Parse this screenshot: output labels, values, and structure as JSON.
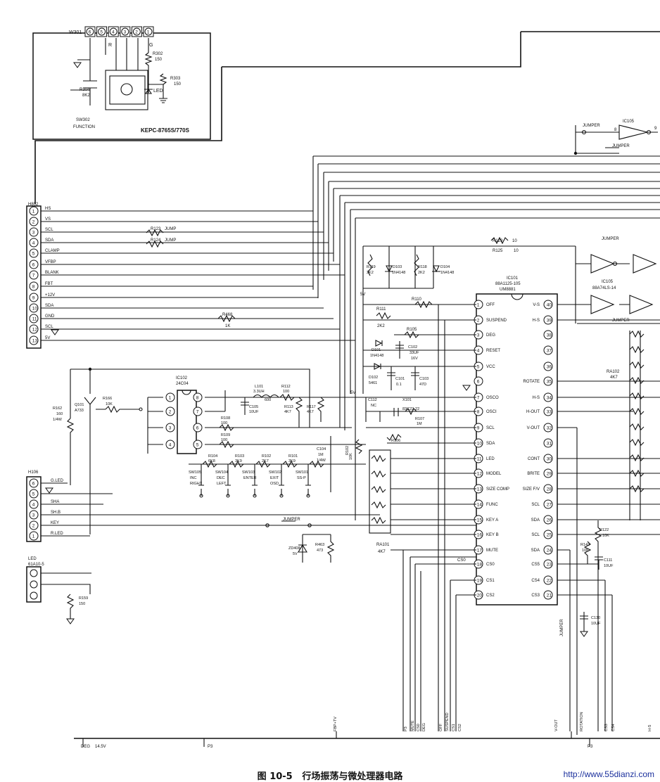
{
  "caption": {
    "figure_no": "图 10-5",
    "title": "行场振荡与微处理器电路"
  },
  "watermark": "http://www.55dianzi.com",
  "w301": {
    "name": "W301",
    "pins": [
      "6",
      "5",
      "4",
      "3",
      "2",
      "1"
    ],
    "label_r": "R",
    "label_g": "G",
    "r302": {
      "ref": "R302",
      "val": "150"
    },
    "r303": {
      "ref": "R303",
      "val": "150"
    },
    "r304": {
      "ref": "R304",
      "val": "8K2"
    },
    "led": "LED",
    "sw": {
      "ref": "SW302",
      "label": "FUNCTION"
    },
    "model": "KEPC-8765S/770S"
  },
  "h802": {
    "name": "H802",
    "pins": [
      "1",
      "2",
      "3",
      "4",
      "5",
      "6",
      "7",
      "8",
      "9",
      "10",
      "11",
      "12",
      "13"
    ],
    "labels": [
      "HS",
      "VS",
      "SCL",
      "SDA",
      "CLAMP",
      "VFBP",
      "BLANK",
      "FBT",
      "+12V",
      "SDA",
      "GND",
      "SCL",
      "5V"
    ]
  },
  "r123": {
    "ref": "R123",
    "val": "JUMP"
  },
  "r124": {
    "ref": "R124",
    "val": "JUMP"
  },
  "r468": {
    "ref": "R468",
    "val": "1K"
  },
  "ic101": {
    "ref": "IC101",
    "part": "88A1125-105",
    "part2": "UM8881",
    "left_pins": [
      {
        "n": "1",
        "l": "OFF"
      },
      {
        "n": "2",
        "l": "SUSPEND"
      },
      {
        "n": "3",
        "l": "DEG"
      },
      {
        "n": "4",
        "l": "RESET"
      },
      {
        "n": "5",
        "l": "VCC"
      },
      {
        "n": "6",
        "l": ""
      },
      {
        "n": "7",
        "l": "OSCO"
      },
      {
        "n": "8",
        "l": "OSCI"
      },
      {
        "n": "9",
        "l": "SCL"
      },
      {
        "n": "10",
        "l": "SDA"
      },
      {
        "n": "11",
        "l": "LED"
      },
      {
        "n": "12",
        "l": "MODEL"
      },
      {
        "n": "13",
        "l": "SIZE COMP"
      },
      {
        "n": "14",
        "l": "FUNC"
      },
      {
        "n": "15",
        "l": "KEY A"
      },
      {
        "n": "16",
        "l": "KEY B"
      },
      {
        "n": "17",
        "l": "MUTE"
      },
      {
        "n": "18",
        "l": "CS0"
      },
      {
        "n": "19",
        "l": "CS1"
      },
      {
        "n": "20",
        "l": "CS2"
      }
    ],
    "right_pins": [
      {
        "n": "40",
        "l": "V-S"
      },
      {
        "n": "39",
        "l": "H-S"
      },
      {
        "n": "38",
        "l": ""
      },
      {
        "n": "37",
        "l": ""
      },
      {
        "n": "36",
        "l": ""
      },
      {
        "n": "35",
        "l": "ROTATE"
      },
      {
        "n": "34",
        "l": "H-S"
      },
      {
        "n": "33",
        "l": "H-OUT"
      },
      {
        "n": "32",
        "l": "V-OUT"
      },
      {
        "n": "31",
        "l": ""
      },
      {
        "n": "30",
        "l": "CONT"
      },
      {
        "n": "29",
        "l": "BRITE"
      },
      {
        "n": "28",
        "l": "SIZE F/V"
      },
      {
        "n": "27",
        "l": "SCL"
      },
      {
        "n": "26",
        "l": "SDA"
      },
      {
        "n": "25",
        "l": "SCL"
      },
      {
        "n": "24",
        "l": "SDA"
      },
      {
        "n": "23",
        "l": "CS5"
      },
      {
        "n": "22",
        "l": "CS4"
      },
      {
        "n": "21",
        "l": "CS3"
      }
    ]
  },
  "ic102": {
    "ref": "IC102",
    "part": "24C04",
    "left": [
      "1",
      "2",
      "3",
      "4"
    ],
    "right": [
      "8",
      "7",
      "6",
      "5"
    ]
  },
  "ic105": {
    "ref": "IC105",
    "part": "88A74LS-14"
  },
  "ic105_top": {
    "ref": "IC105",
    "pin_in": "8",
    "pin_out": "9"
  },
  "parts": {
    "r119": {
      "ref": "R119",
      "val": "2K2"
    },
    "d103": {
      "ref": "D103",
      "val": "1N4148"
    },
    "r118": {
      "ref": "R118",
      "val": "2K2"
    },
    "d104": {
      "ref": "D104",
      "val": "1N4148"
    },
    "r129": {
      "ref": "R129",
      "val": "10"
    },
    "r125": {
      "ref": "R125",
      "val": "10"
    },
    "r110": {
      "ref": "R110"
    },
    "r111": {
      "ref": "R111",
      "val": "2K2"
    },
    "r105": {
      "ref": "R105"
    },
    "d101": {
      "ref": "D101",
      "val": "1N4148"
    },
    "c102": {
      "ref": "C102",
      "val": "33UF",
      "v": "16V"
    },
    "d102": {
      "ref": "D102",
      "val": "5461"
    },
    "c101": {
      "ref": "C101",
      "val": "0.1"
    },
    "c103": {
      "ref": "C103",
      "val": "47D"
    },
    "l101": {
      "ref": "L101",
      "val": "3.3UH",
      "val2": "600"
    },
    "r112": {
      "ref": "R112",
      "val": "100"
    },
    "c105": {
      "ref": "C105",
      "val": "10UF"
    },
    "r113": {
      "ref": "R113",
      "val": "4K7"
    },
    "r117": {
      "ref": "R117",
      "val": "4K7"
    },
    "c112": {
      "ref": "C112",
      "val": "NC"
    },
    "x101": {
      "ref": "X101",
      "val": "83C22-22"
    },
    "r107": {
      "ref": "R107",
      "val": "1M"
    },
    "r108": {
      "ref": "R108",
      "val": "100"
    },
    "r109": {
      "ref": "R109",
      "val": "100"
    },
    "r106": {
      "ref": "R106"
    },
    "c104": {
      "ref": "C104",
      "val": "1M",
      "v": "1/4W"
    },
    "r102": {
      "ref": "R102",
      "val": "10K"
    },
    "ra101": {
      "ref": "RA101",
      "val": "4K7"
    },
    "ra102": {
      "ref": "RA102",
      "val": "4K7"
    },
    "r162": {
      "ref": "R162",
      "val": "160",
      "v": "1/4W"
    },
    "q101": {
      "ref": "Q101",
      "val": "A733"
    },
    "r166": {
      "ref": "R166",
      "val": "10K"
    },
    "r159": {
      "ref": "R159",
      "val": "150"
    },
    "zd408": {
      "ref": "ZD408",
      "val": "5V"
    },
    "r463": {
      "ref": "R463",
      "val": "473"
    },
    "r122": {
      "ref": "R122",
      "val": "10K"
    },
    "r143": {
      "ref": "R143",
      "val": "10K"
    },
    "c111": {
      "ref": "C111",
      "val": "10UF"
    },
    "c130": {
      "ref": "C130",
      "val": "10UF"
    }
  },
  "switches": [
    {
      "r": "R104",
      "rv": "6K8",
      "sw": "SW105",
      "l1": "INC",
      "l2": "RIGHT"
    },
    {
      "r": "R103",
      "rv": "3K9",
      "sw": "SW104",
      "l1": "DEC",
      "l2": "LEFT"
    },
    {
      "r": "R102",
      "rv": "2K7",
      "sw": "SW103",
      "l1": "ENTER",
      "l2": ""
    },
    {
      "r": "R101",
      "rv": "3K9",
      "sw": "SW102",
      "l1": "EXIT",
      "l2": "OSD"
    },
    {
      "r": "",
      "rv": "",
      "sw": "SW101",
      "l1": "SS-P",
      "l2": ""
    }
  ],
  "h106": {
    "name": "H106",
    "pins": [
      "6",
      "5",
      "4",
      "3",
      "2",
      "1"
    ],
    "labels": [
      "G.LED",
      "",
      "SHA",
      "SH.B",
      "KEY",
      "R.LED"
    ]
  },
  "led_conn": {
    "ref": "LED",
    "part": "61A10-5"
  },
  "jumpers": [
    "JUMPER",
    "JUMPER",
    "JUMPER",
    "JUMPER",
    "JUMPER",
    "JUMPER"
  ],
  "net_5v": "5V",
  "cs0": "CS0",
  "bottom": {
    "labels": [
      "FBP+TV",
      "P3",
      "MUTE",
      "CS0",
      "DEG",
      "OFF",
      "SUSPEND",
      "CS1",
      "CS2",
      "V-OUT",
      "ROTATION",
      "CS3",
      "CS4",
      "H-S"
    ],
    "deg": "DEG",
    "v14": "14.5V",
    "p3": "P3",
    "p3b": "P3"
  }
}
